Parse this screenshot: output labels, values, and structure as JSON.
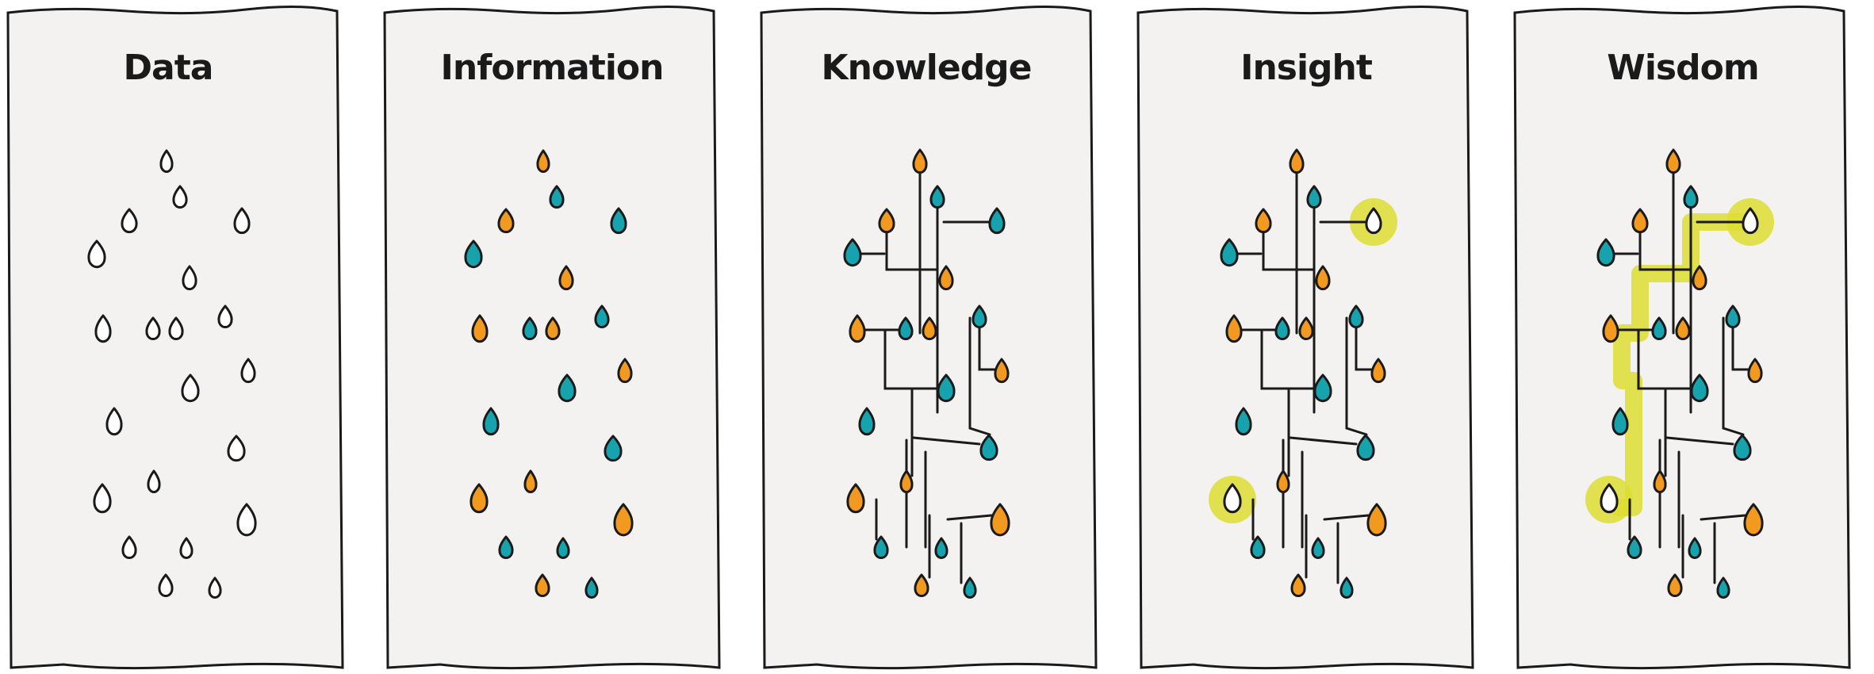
{
  "panels": [
    {
      "key": "data",
      "title": "Data",
      "style": "empty"
    },
    {
      "key": "information",
      "title": "Information",
      "style": "colored"
    },
    {
      "key": "knowledge",
      "title": "Knowledge",
      "style": "connected"
    },
    {
      "key": "insight",
      "title": "Insight",
      "style": "insight"
    },
    {
      "key": "wisdom",
      "title": "Wisdom",
      "style": "wisdom"
    }
  ],
  "colors": {
    "paper": "#f3f2f1",
    "outline": "#1a1a1a",
    "orange": "#f29a1f",
    "teal": "#17a3ad",
    "highlight": "#dddd33",
    "empty_fill": "#ffffff"
  }
}
